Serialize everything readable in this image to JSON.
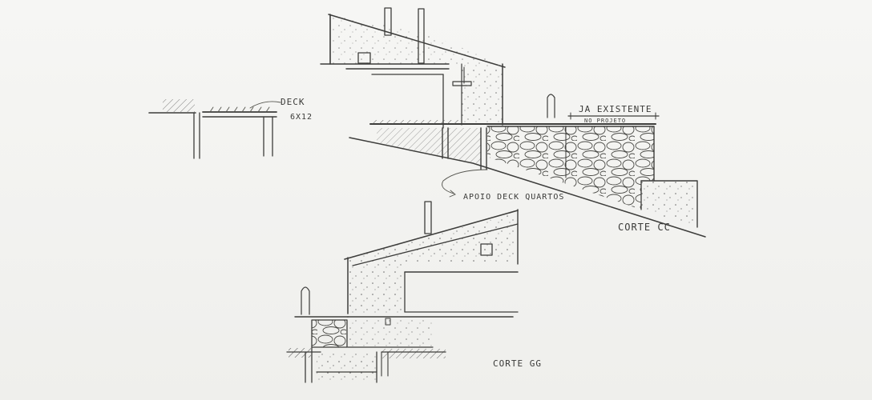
{
  "annotations": {
    "deck_label": "DECK",
    "deck_size": "6X12",
    "existing_line1": "JA EXISTENTE",
    "existing_line2": "NO PROJETO",
    "support_note": "APOIO DECK QUARTOS",
    "section_cc": "CORTE CC",
    "section_gg": "CORTE GG"
  }
}
